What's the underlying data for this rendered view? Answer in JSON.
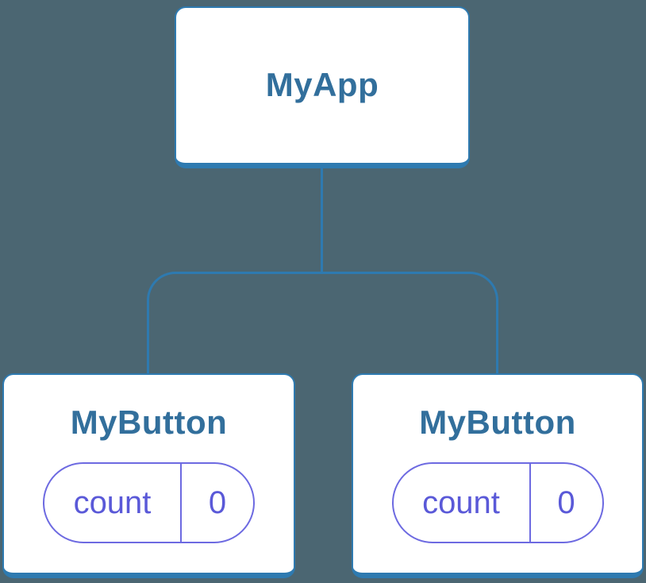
{
  "diagram": {
    "type": "component-tree",
    "root": {
      "label": "MyApp"
    },
    "children": [
      {
        "label": "MyButton",
        "state": {
          "key": "count",
          "value": "0"
        }
      },
      {
        "label": "MyButton",
        "state": {
          "key": "count",
          "value": "0"
        }
      }
    ],
    "colors": {
      "background": "#4b6672",
      "connector": "#2e7ab0",
      "node_border": "#2e7ab0",
      "node_fill": "#ffffff",
      "node_text": "#326f9c",
      "state_border": "#6d6ae1",
      "state_text": "#5a59d8"
    }
  }
}
